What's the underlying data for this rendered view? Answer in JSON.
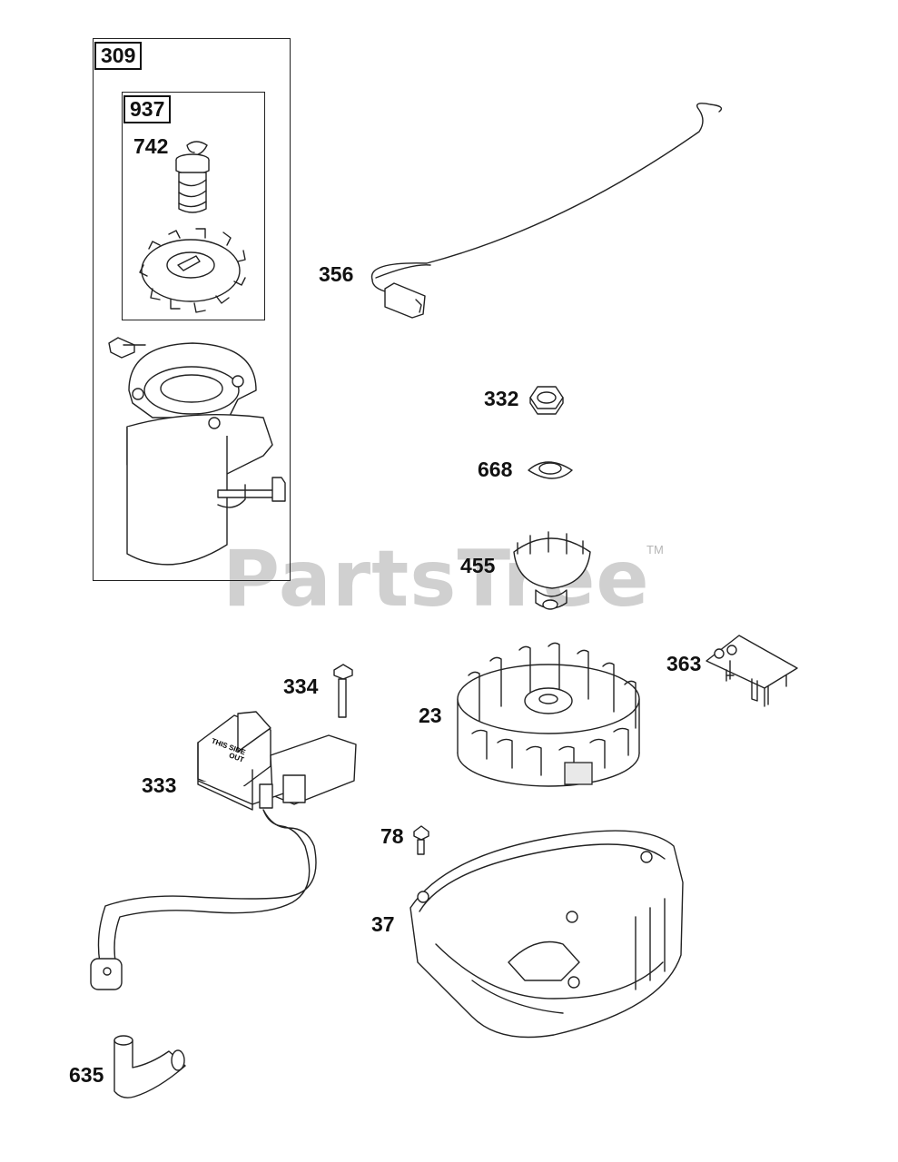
{
  "watermark": {
    "text": "PartsTree",
    "tm": "TM"
  },
  "assemblies": [
    {
      "id": "309"
    },
    {
      "id": "937"
    }
  ],
  "callouts": [
    {
      "id": "742"
    },
    {
      "id": "356"
    },
    {
      "id": "332"
    },
    {
      "id": "668"
    },
    {
      "id": "455"
    },
    {
      "id": "363"
    },
    {
      "id": "334"
    },
    {
      "id": "23"
    },
    {
      "id": "333"
    },
    {
      "id": "78"
    },
    {
      "id": "37"
    },
    {
      "id": "635"
    }
  ],
  "coil_text": {
    "line1": "THIS SIDE",
    "line2": "OUT"
  }
}
